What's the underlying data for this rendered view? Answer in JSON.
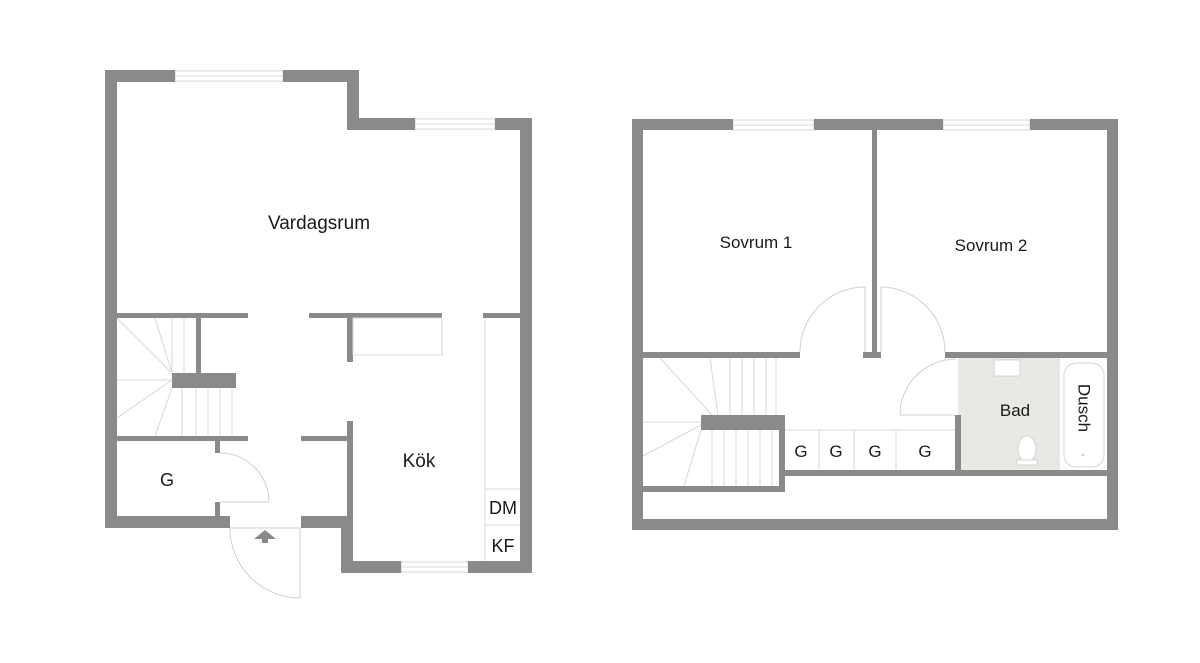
{
  "colors": {
    "wall": "#8a8a8a",
    "bath_floor": "#e8e8e4",
    "background": "#ffffff",
    "text": "#1a1a1a"
  },
  "ground_floor": {
    "rooms": {
      "vardagsrum": "Vardagsrum",
      "kok": "Kök",
      "g": "G",
      "dm": "DM",
      "kf": "KF"
    },
    "entrance_icon": "entrance-arrow-icon"
  },
  "upper_floor": {
    "rooms": {
      "sovrum1": "Sovrum 1",
      "sovrum2": "Sovrum 2",
      "bad": "Bad",
      "dusch": "Dusch",
      "g1": "G",
      "g2": "G",
      "g3": "G",
      "g4": "G"
    }
  }
}
